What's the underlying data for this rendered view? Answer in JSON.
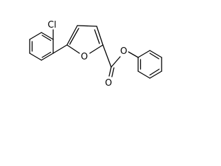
{
  "molecule": {
    "atoms": {
      "chlorine": "Cl",
      "furan_oxygen": "O",
      "ester_ether_oxygen": "O",
      "carbonyl_oxygen": "O"
    }
  }
}
